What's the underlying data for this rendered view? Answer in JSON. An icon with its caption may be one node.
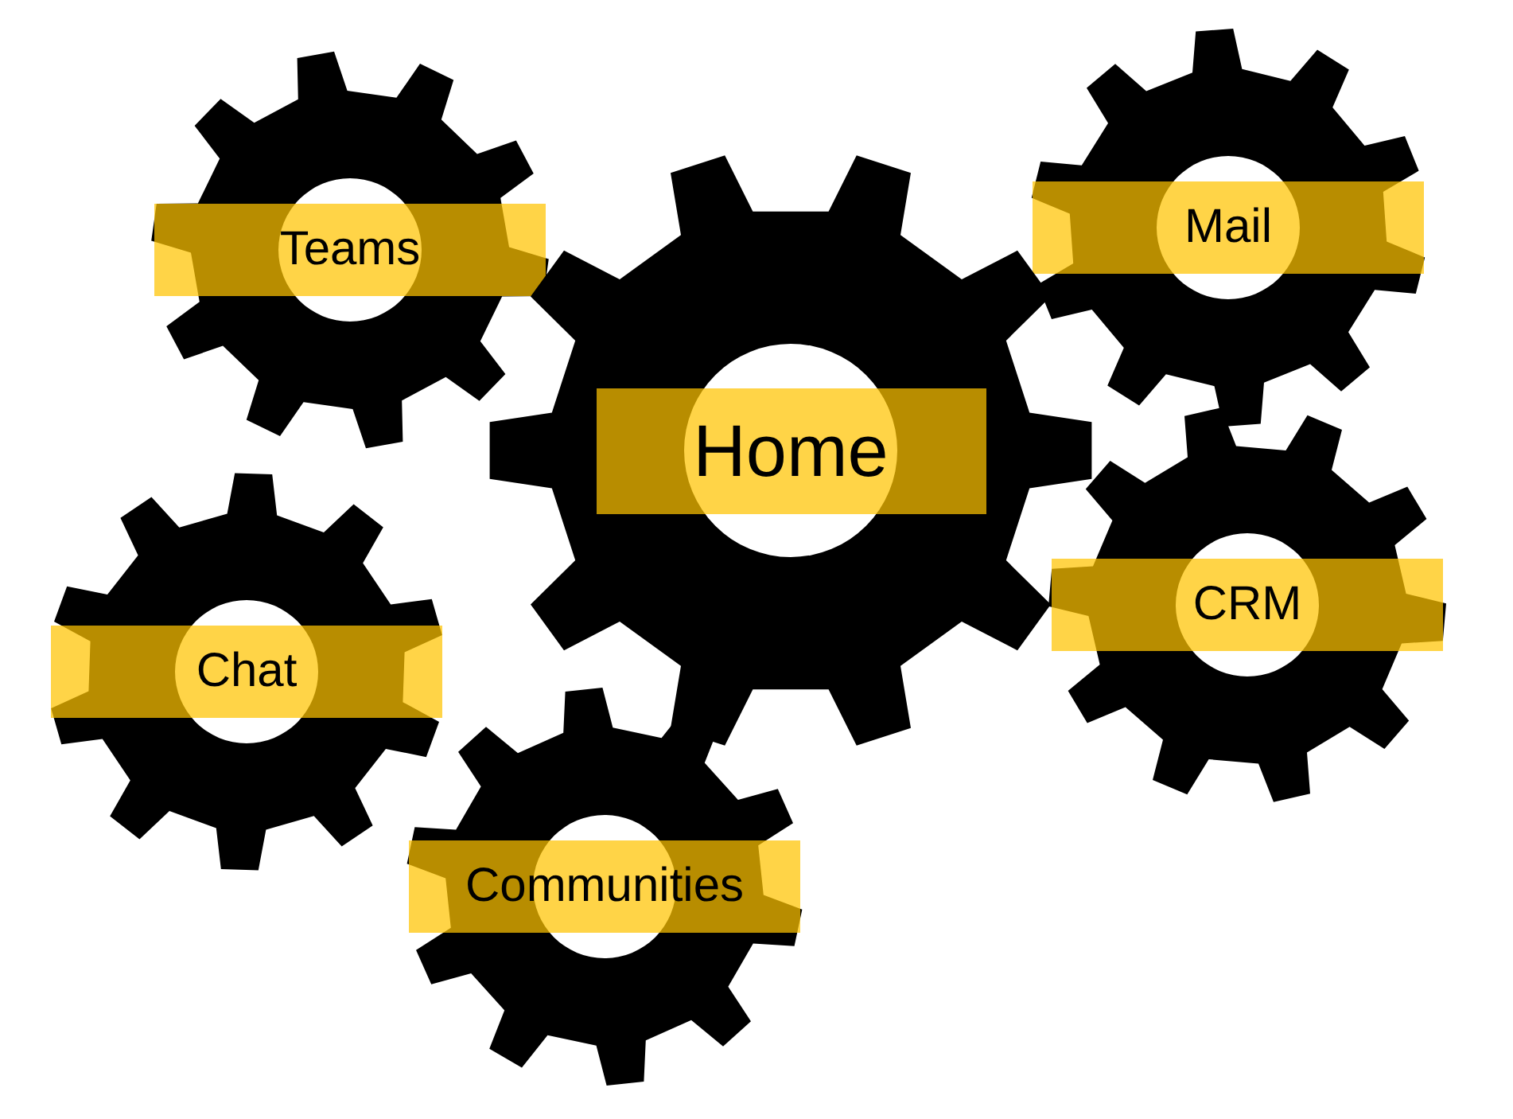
{
  "diagram": {
    "nodes": [
      {
        "text": [
          "Teams"
        ]
      },
      {
        "text": [
          "Mail"
        ]
      },
      {
        "text": [
          "Home"
        ]
      },
      {
        "text": [
          "Chat"
        ]
      },
      {
        "text": [
          "CRM"
        ]
      },
      {
        "text": [
          "Communities"
        ]
      }
    ]
  }
}
